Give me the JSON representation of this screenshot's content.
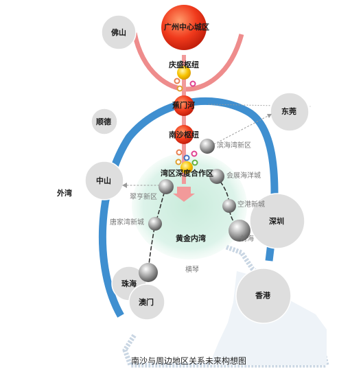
{
  "title": "南沙与周边地区关系未来构想图",
  "labels": {
    "guangzhou": "广州中心城区",
    "foshan": "佛山",
    "qingsheng": "庆盛枢纽",
    "jiaomenhe": "蕉门河",
    "shunde": "顺德",
    "dongguan": "东莞",
    "nansha_hub": "南沙枢纽",
    "binhaiwan": "滨海湾新区",
    "wanqu": "湾区深度合作区",
    "huizhan": "会展海洋城",
    "zhongshan": "中山",
    "waiwan": "外湾",
    "cuiheng": "翠亨新区",
    "konggang": "空港新城",
    "shenzhen": "深圳",
    "tangjiawan": "唐家湾新城",
    "huangjin": "黄金内湾",
    "qianhai": "前海",
    "hengqin": "横琴",
    "zhuhai": "珠海",
    "xianggang": "香港",
    "aomen": "澳门"
  },
  "colors": {
    "outer_arc": "#3f8fd0",
    "inner_arc": "#eb8a8a",
    "core": "#e8341c",
    "hub_yellow": "#f7c400",
    "bay_zone": "#cdeee2",
    "city_circle": "#dcdcdc",
    "coastline": "#b8c8d8",
    "arrow": "#f0a0a0"
  }
}
